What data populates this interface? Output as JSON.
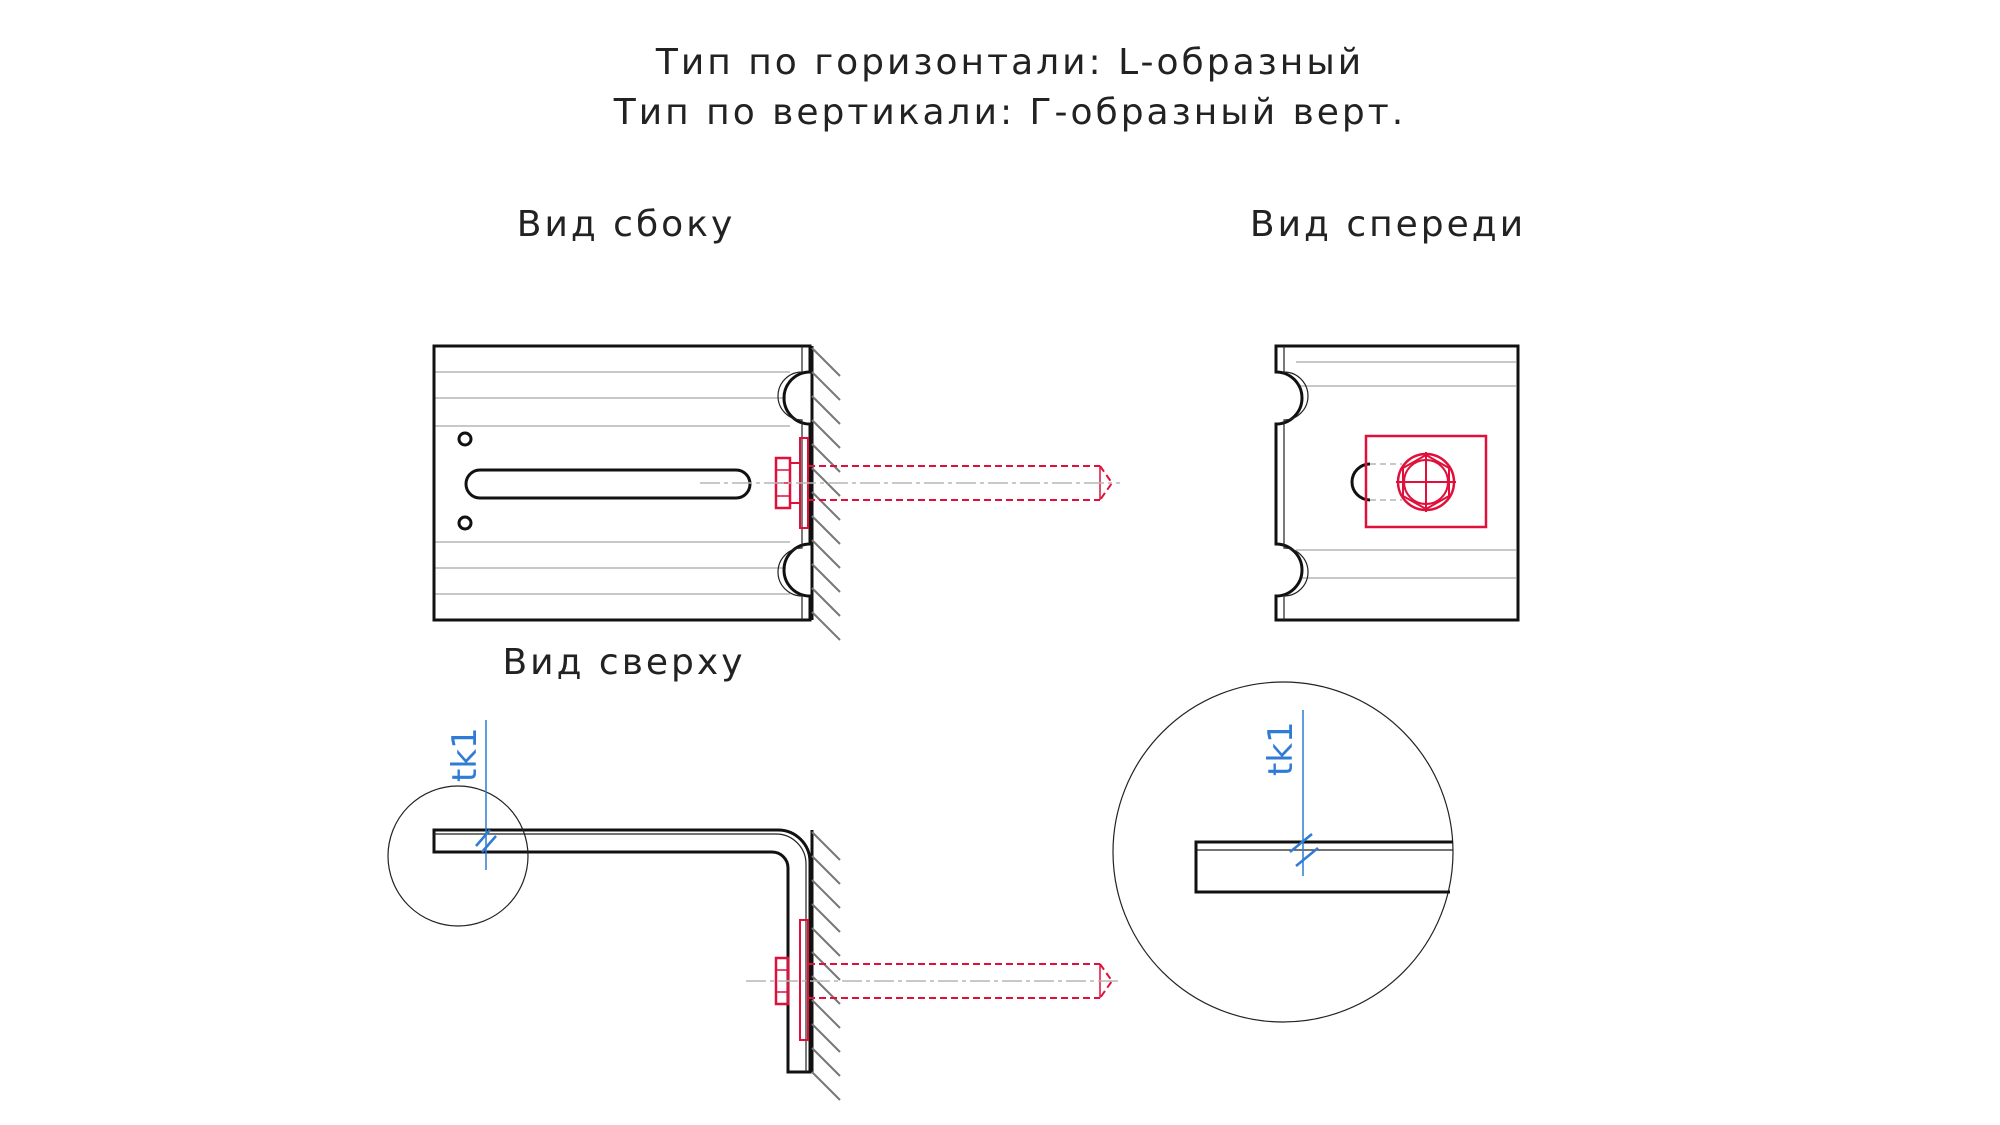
{
  "title": {
    "line1": "Тип по горизонтали: L-образный",
    "line2": "Тип по вертикали: Г-образный верт."
  },
  "views": {
    "side": "Вид сбоку",
    "front": "Вид спереди",
    "top": "Вид сверху"
  },
  "callouts": {
    "thickness_mark": "tk1"
  },
  "colors": {
    "outline": "#111111",
    "fastener": "#e0103a",
    "dimension": "#2f7bd6",
    "hatch": "#777777",
    "grain": "#b5b5b5"
  }
}
